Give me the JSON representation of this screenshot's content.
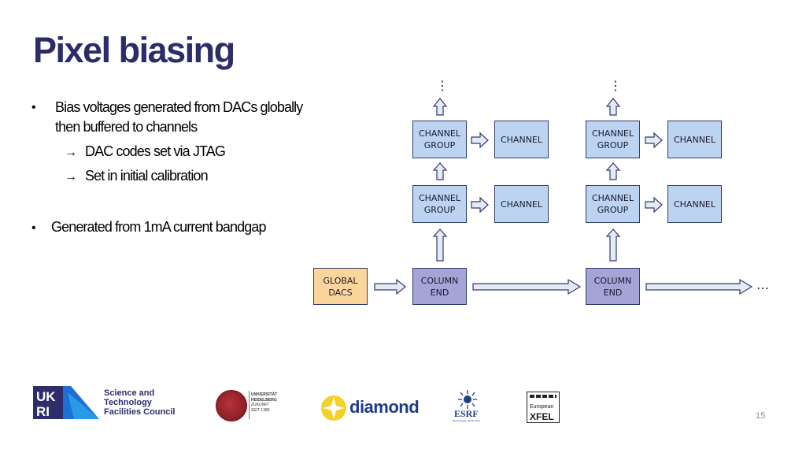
{
  "slide": {
    "title": "Pixel biasing",
    "page_number": "15"
  },
  "bullets": [
    {
      "symbol": "•",
      "lines": [
        "Bias voltages generated from DACs globally",
        "then buffered to channels"
      ]
    },
    {
      "symbol": "→",
      "text": "DAC codes set via JTAG"
    },
    {
      "symbol": "→",
      "text": "Set in initial calibration"
    },
    {
      "symbol": "•",
      "text": "Generated from 1mA current bandgap"
    }
  ],
  "diagram": {
    "global_dacs": "GLOBAL\nDACS",
    "column_end": "COLUMN\nEND",
    "channel_group": "CHANNEL\nGROUP",
    "channel": "CHANNEL",
    "vertical_ellipsis": "⋮",
    "horizontal_ellipsis": "…"
  },
  "logos": {
    "ukri_mark": "UK RI",
    "stfc_line1": "Science and",
    "stfc_line2": "Technology",
    "stfc_line3": "Facilities Council",
    "heidelberg_line1": "UNIVERSITÄT",
    "heidelberg_line2": "HEIDELBERG",
    "heidelberg_line3": "ZUKUNFT",
    "heidelberg_line4": "SEIT 1386",
    "diamond": "diamond",
    "esrf": "ESRF",
    "esrf_sub": "The European Synchrotron",
    "xfel_line1": "European",
    "xfel_line2": "XFEL"
  },
  "colors": {
    "title": "#2c2c6b",
    "channel_fill": "#bcd4f2",
    "column_fill": "#a6a3d6",
    "global_fill": "#fbd69c",
    "arrow_fill": "#e4ebf5",
    "stroke": "#2f3d68"
  }
}
